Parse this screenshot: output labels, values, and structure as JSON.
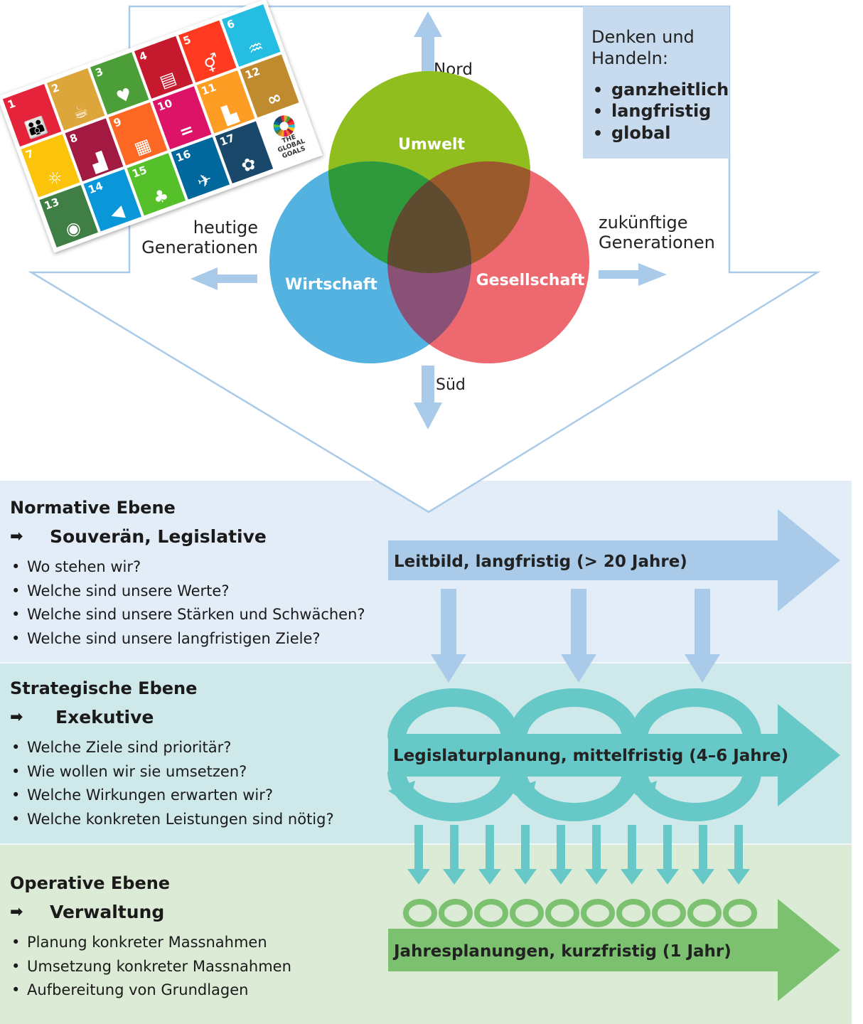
{
  "compass": {
    "north": "Nord",
    "south": "Süd"
  },
  "generations": {
    "present": [
      "heutige",
      "Generationen"
    ],
    "future": [
      "zukünftige",
      "Generationen"
    ]
  },
  "venn": {
    "top": "Umwelt",
    "left": "Wirtschaft",
    "right": "Gesellschaft"
  },
  "principles": {
    "intro": [
      "Denken und",
      "Handeln:"
    ],
    "items": [
      "ganzheitlich",
      "langfristig",
      "global"
    ]
  },
  "sdg_poster": {
    "tiles": [
      {
        "num": "1",
        "color": "#e5243b",
        "icon": "people-icon"
      },
      {
        "num": "2",
        "color": "#dda63a",
        "icon": "bowl-icon"
      },
      {
        "num": "3",
        "color": "#4c9f38",
        "icon": "heartbeat-icon"
      },
      {
        "num": "4",
        "color": "#c5192d",
        "icon": "book-icon"
      },
      {
        "num": "5",
        "color": "#ff3a21",
        "icon": "gender-icon"
      },
      {
        "num": "6",
        "color": "#26bde2",
        "icon": "water-icon"
      },
      {
        "num": "7",
        "color": "#fcc30b",
        "icon": "sun-icon"
      },
      {
        "num": "8",
        "color": "#a21942",
        "icon": "growth-chart-icon"
      },
      {
        "num": "9",
        "color": "#fd6925",
        "icon": "cubes-icon"
      },
      {
        "num": "10",
        "color": "#dd1367",
        "icon": "equal-icon"
      },
      {
        "num": "11",
        "color": "#fd9d24",
        "icon": "city-icon"
      },
      {
        "num": "12",
        "color": "#bf8b2e",
        "icon": "infinity-icon"
      },
      {
        "num": "13",
        "color": "#3f7e44",
        "icon": "eye-globe-icon"
      },
      {
        "num": "14",
        "color": "#0a97d9",
        "icon": "fish-icon"
      },
      {
        "num": "15",
        "color": "#56c02b",
        "icon": "tree-icon"
      },
      {
        "num": "16",
        "color": "#00689d",
        "icon": "dove-icon"
      },
      {
        "num": "17",
        "color": "#19486a",
        "icon": "flower-icon"
      }
    ],
    "logo": "THE GLOBAL GOALS"
  },
  "levels": [
    {
      "title": "Normative Ebene",
      "actor": "Souverän, Legislative",
      "questions": [
        "Wo stehen wir?",
        "Welche sind unsere Werte?",
        "Welche sind unsere Stärken und Schwächen?",
        "Welche sind unsere langfristigen Ziele?"
      ]
    },
    {
      "title": "Strategische Ebene",
      "actor": "Exekutive",
      "questions": [
        "Welche Ziele sind prioritär?",
        "Wie wollen wir sie umsetzen?",
        "Welche Wirkungen erwarten wir?",
        "Welche konkreten Leistungen sind nötig?"
      ]
    },
    {
      "title": "Operative Ebene",
      "actor": "Verwaltung",
      "questions": [
        "Planung konkreter Massnahmen",
        "Umsetzung konkreter Massnahmen",
        "Aufbereitung von Grundlagen"
      ]
    }
  ],
  "planning_arrows": {
    "long_term": "Leitbild, langfristig (> 20 Jahre)",
    "mid_term": "Legislaturplanung, mittelfristig (4–6 Jahre)",
    "short_term": "Jahresplanungen, kurzfristig (1 Jahr)"
  },
  "colors": {
    "umwelt": "#8fbe1e",
    "wirtschaft": "#4aaede",
    "gesellschaft": "#ec6167",
    "normative_band": "#e2edf7",
    "strategic_band": "#cfe8e9",
    "operative_band": "#dcebd6",
    "long_arrow": "#a9cbe9",
    "mid_arrow": "#66c8c7",
    "short_arrow": "#7cc170"
  }
}
